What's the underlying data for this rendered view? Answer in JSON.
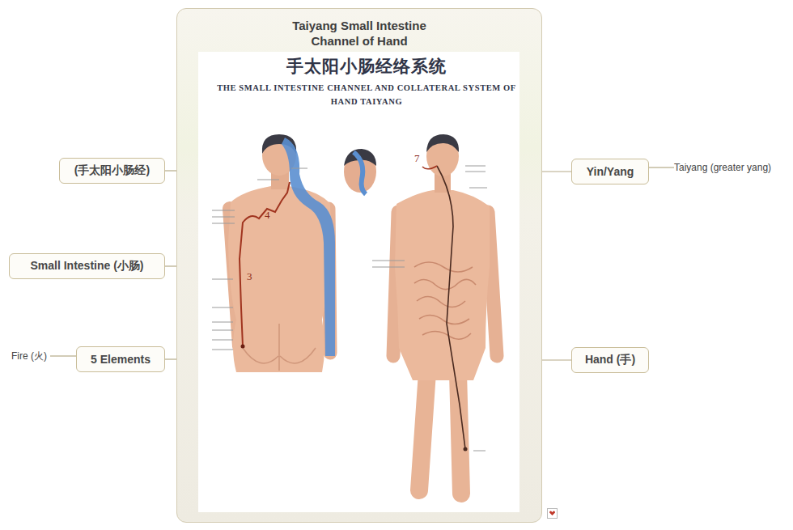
{
  "diagram": {
    "nodes": [
      {
        "text": [
          "Taiyang Small Intestine Channel of Hand"
        ]
      },
      {
        "text": [
          "(手太阳小肠经)"
        ]
      },
      {
        "text": [
          "Small Intestine (小肠)"
        ]
      },
      {
        "text": [
          "5 Elements"
        ]
      },
      {
        "text": [
          "Fire (火)"
        ]
      },
      {
        "text": [
          "Yin/Yang"
        ]
      },
      {
        "text": [
          "Taiyang (greater yang)"
        ]
      },
      {
        "text": [
          "Hand (手)"
        ]
      }
    ],
    "edges": [
      {
        "from": 0,
        "to": 1,
        "arrow": "none"
      },
      {
        "from": 0,
        "to": 2,
        "arrow": "none"
      },
      {
        "from": 0,
        "to": 3,
        "arrow": "none"
      },
      {
        "from": 3,
        "to": 4,
        "arrow": "none"
      },
      {
        "from": 0,
        "to": 5,
        "arrow": "none"
      },
      {
        "from": 5,
        "to": 6,
        "arrow": "none"
      },
      {
        "from": 0,
        "to": 7,
        "arrow": "none"
      }
    ],
    "labels": [
      "手太阳小肠经络系统",
      "THE SMALL INTESTINE CHANNEL AND COLLATERAL SYSTEM OF HAND TAIYANG",
      "4",
      "3",
      "7"
    ]
  }
}
